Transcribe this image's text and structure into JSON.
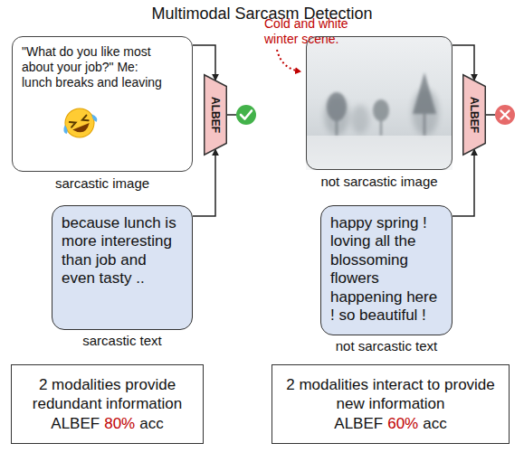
{
  "diagram": {
    "title": "Multimodal Sarcasm Detection",
    "nodes": [
      {
        "text": [
          "\"What do you like most about your job?\" Me: lunch breaks and leaving",
          "sarcastic image"
        ]
      },
      {
        "text": [
          "ALBEF"
        ]
      },
      {
        "text": [
          "because lunch is more interesting than job and even tasty ..",
          "sarcastic text"
        ]
      },
      {
        "text": [
          "2 modalities provide redundant information",
          "ALBEF",
          "80%",
          "acc"
        ]
      },
      {
        "text": [
          "not sarcastic image"
        ]
      },
      {
        "text": [
          "ALBEF"
        ]
      },
      {
        "text": [
          "happy spring ! loving all the blossoming flowers happening here ! so beautiful !",
          "not sarcastic text"
        ]
      },
      {
        "text": [
          "2 modalities interact to provide new information",
          "ALBEF",
          "60%",
          "acc"
        ]
      }
    ],
    "edges": [
      {
        "from": 0,
        "to": 1,
        "arrow": "to"
      },
      {
        "from": 2,
        "to": 1,
        "arrow": "to"
      },
      {
        "from": 4,
        "to": 5,
        "arrow": "to"
      },
      {
        "from": 6,
        "to": 5,
        "arrow": "to"
      }
    ],
    "labels": [
      "Cold and white winter scene."
    ]
  }
}
